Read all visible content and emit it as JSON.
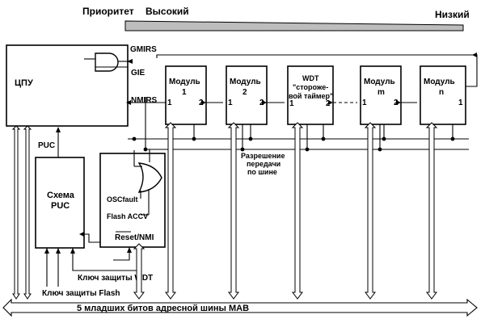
{
  "priority": {
    "label": "Приоритет",
    "high": "Высокий",
    "low": "Низкий"
  },
  "cpu": {
    "label": "ЦПУ",
    "gmirs": "GMIRS",
    "gie": "GIE",
    "nmirs": "NMIRS"
  },
  "modules": [
    {
      "line1": "Модуль",
      "line2": "1",
      "in": "1",
      "out": "2"
    },
    {
      "line1": "Модуль",
      "line2": "2",
      "in": "1",
      "out": "2"
    },
    {
      "line1": "WDT",
      "line2": "\"стороже-",
      "line3": "вой таймер\"",
      "in": "1",
      "out": "2"
    },
    {
      "line1": "Модуль",
      "line2": "m",
      "in": "1",
      "out": "2"
    },
    {
      "line1": "Модуль",
      "line2": "n",
      "in": "1",
      "out": ""
    }
  ],
  "puc": {
    "signal": "PUC",
    "line1": "Схема",
    "line2": "PUC"
  },
  "nmi_block": {
    "oscfault": "OSCfault",
    "flash_accv": "Flash ACCV",
    "reset_nmi": "Reset/NMI"
  },
  "bus_enable": {
    "line1": "Разрешение",
    "line2": "передачи",
    "line3": "по шине"
  },
  "keys": {
    "wdt": "Ключ защиты WDT",
    "flash": "Ключ защиты Flash"
  },
  "address_bus": {
    "label": "5 младших битов адресной шины MAB"
  }
}
